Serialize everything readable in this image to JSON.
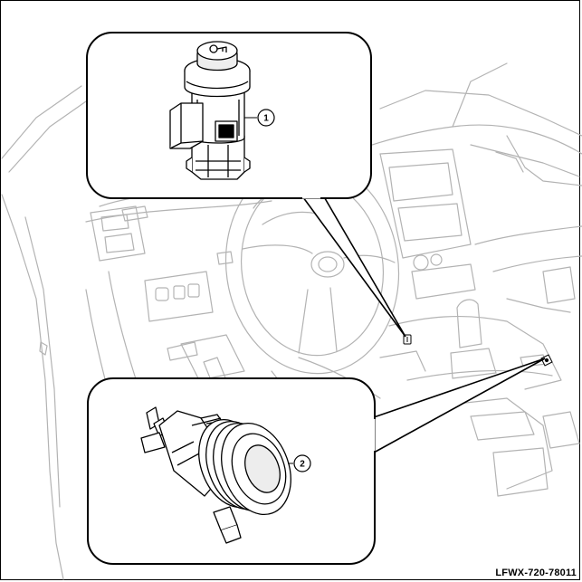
{
  "figure_id": "LFWX-720-78011",
  "callouts": {
    "item1": "1",
    "item2": "2"
  },
  "colors": {
    "line_dark": "#000000",
    "line_light": "#b8b8b8",
    "background": "#ffffff"
  }
}
